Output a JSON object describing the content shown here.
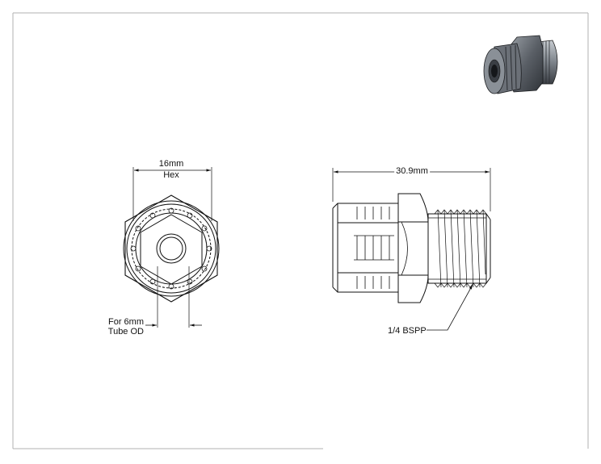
{
  "front_view": {
    "hex_dim_value": "16mm",
    "hex_dim_caption": "Hex",
    "tube_note_line1": "For 6mm",
    "tube_note_line2": "Tube OD"
  },
  "side_view": {
    "length_dim": "30.9mm",
    "thread_callout": "1/4 BSPP"
  },
  "colors": {
    "line": "#111111",
    "frame": "#b0b0b0",
    "thumbnail_body": "#5a5f66"
  },
  "icons": {
    "thumbnail": "iso-fitting-render"
  }
}
